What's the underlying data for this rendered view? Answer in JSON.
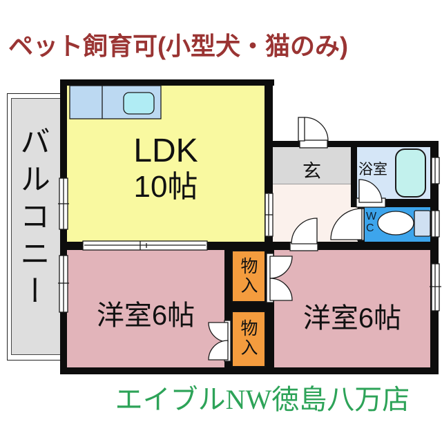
{
  "title": "ペット飼育可(小型犬・猫のみ)",
  "footer": "エイブルNW徳島八万店",
  "plan": {
    "balcony": "バルコニー",
    "ldk_name": "LDK",
    "ldk_size": "10帖",
    "room_left": "洋室6帖",
    "room_right": "洋室6帖",
    "storage_upper": "物入",
    "storage_lower": "物入",
    "entrance": "玄",
    "bath": "浴室",
    "wc_line1": "W",
    "wc_line2": "C"
  },
  "colors": {
    "title_text": "#9a3433",
    "footer_text": "#2da358",
    "ldk": "#f9f9a0",
    "western_room": "#e2b4ba",
    "storage": "#f49c3e",
    "entrance": "#d9d9d9",
    "hallway": "#fbf1ec",
    "bath_floor": "#d5e6f7",
    "wc_floor": "#3da5ec",
    "balcony": "#dedede",
    "wall": "#0d0d0d",
    "kitchen_counter": "#bcd9f2",
    "kitchen_sink": "#b0ecf4",
    "bathtub": "#c2f1ed"
  }
}
